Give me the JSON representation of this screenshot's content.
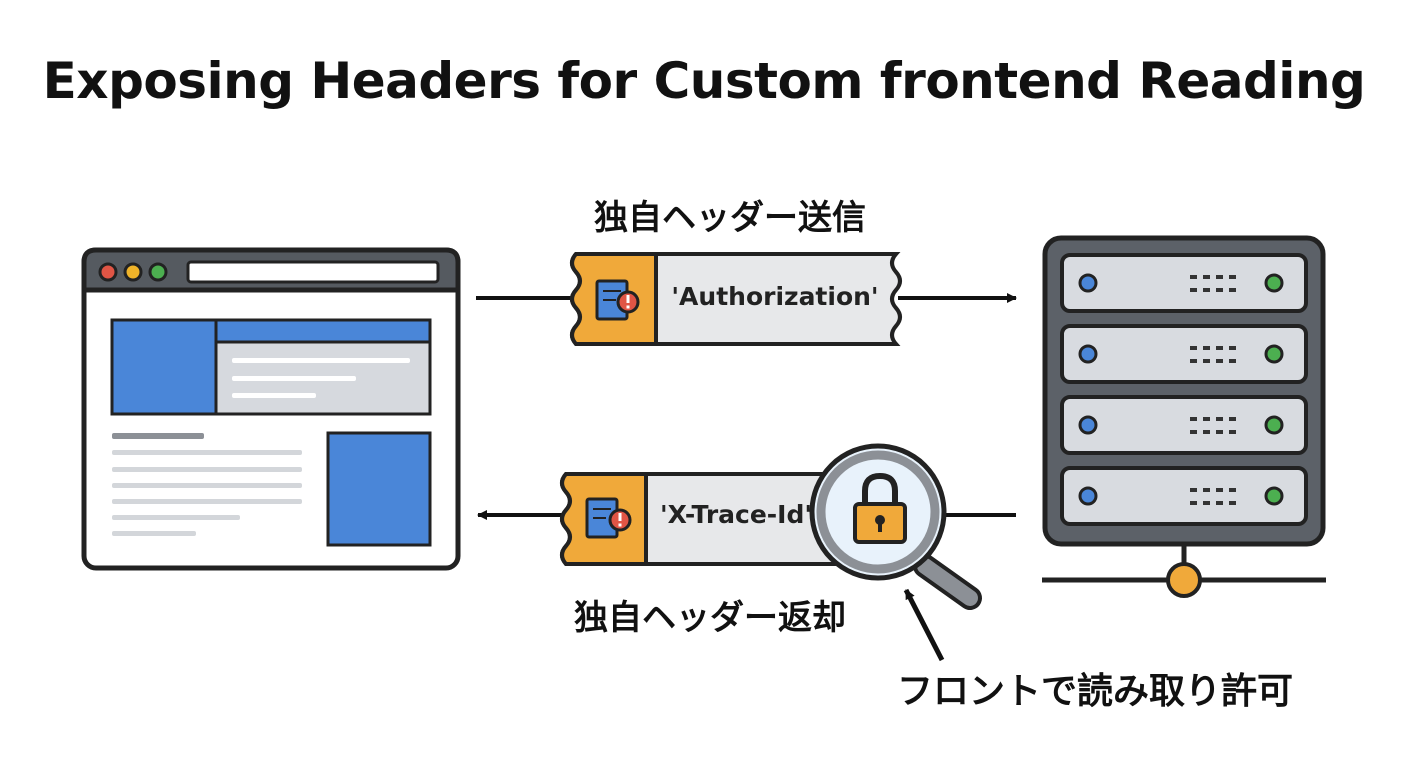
{
  "title": "Exposing Headers for Custom frontend Reading",
  "labels": {
    "send": "独自ヘッダー送信",
    "return": "独自ヘッダー返却",
    "allow_read": "フロントで読み取り許可"
  },
  "headers": {
    "request": "'Authorization'",
    "response": "'X-Trace-Id'"
  },
  "icons": {
    "browser": "browser-window-icon",
    "server": "server-rack-icon",
    "ticket": "ticket-icon",
    "alert": "alert-icon",
    "lock": "lock-icon",
    "magnifier": "magnifying-glass-icon"
  },
  "colors": {
    "outline": "#222222",
    "browser_blue": "#4a86d8",
    "panel_gray": "#d6d9de",
    "ticket_orange": "#f0a93a",
    "server_dark": "#5c6168",
    "server_slot": "#d8dbe0",
    "led_blue": "#4a86d8",
    "led_green": "#4caf50",
    "node_orange": "#f0a93a",
    "alert_red": "#e05545",
    "dot_red": "#e05545",
    "dot_yellow": "#f0b429",
    "dot_green": "#4caf50"
  }
}
